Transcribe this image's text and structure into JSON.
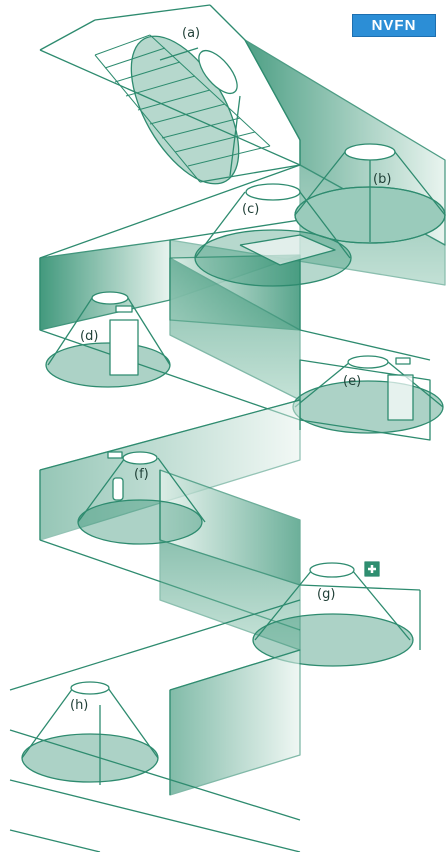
{
  "logo": {
    "text": "NVFN",
    "color": "#2c8ed6"
  },
  "colors": {
    "line": "#2e8b6f",
    "fill_dark": "#2f8f70",
    "fill_light": "#d5ece3"
  },
  "labels": {
    "a": "(a)",
    "b": "(b)",
    "c": "(c)",
    "d": "(d)",
    "e": "(e)",
    "f": "(f)",
    "g": "(g)",
    "h": "(h)"
  }
}
